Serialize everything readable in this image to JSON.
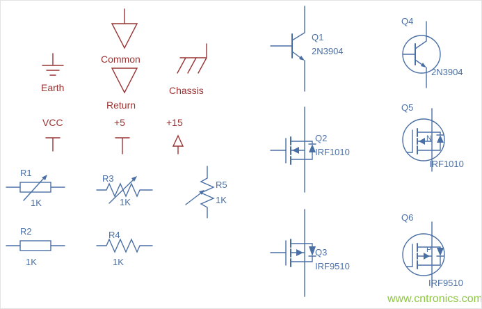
{
  "colors": {
    "symbol_red": "#993333",
    "symbol_blue": "#4a6fa5",
    "watermark_green": "#8dc63f"
  },
  "ground_symbols": {
    "earth_label": "Earth",
    "common_label": "Common",
    "return_label": "Return",
    "chassis_label": "Chassis"
  },
  "power_symbols": {
    "vcc_label": "VCC",
    "plus5_label": "+5",
    "plus15_label": "+15"
  },
  "resistors": [
    {
      "ref": "R1",
      "value": "1K"
    },
    {
      "ref": "R2",
      "value": "1K"
    },
    {
      "ref": "R3",
      "value": "1K"
    },
    {
      "ref": "R4",
      "value": "1K"
    },
    {
      "ref": "R5",
      "value": "1K"
    }
  ],
  "transistors": [
    {
      "ref": "Q1",
      "part": "2N3904"
    },
    {
      "ref": "Q2",
      "part": "IRF1010"
    },
    {
      "ref": "Q3",
      "part": "IRF9510"
    },
    {
      "ref": "Q4",
      "part": "2N3904"
    },
    {
      "ref": "Q5",
      "part": "IRF1010",
      "channel": "N"
    },
    {
      "ref": "Q6",
      "part": "IRF9510",
      "channel": "P"
    }
  ],
  "watermark": "www.cntronics.com"
}
